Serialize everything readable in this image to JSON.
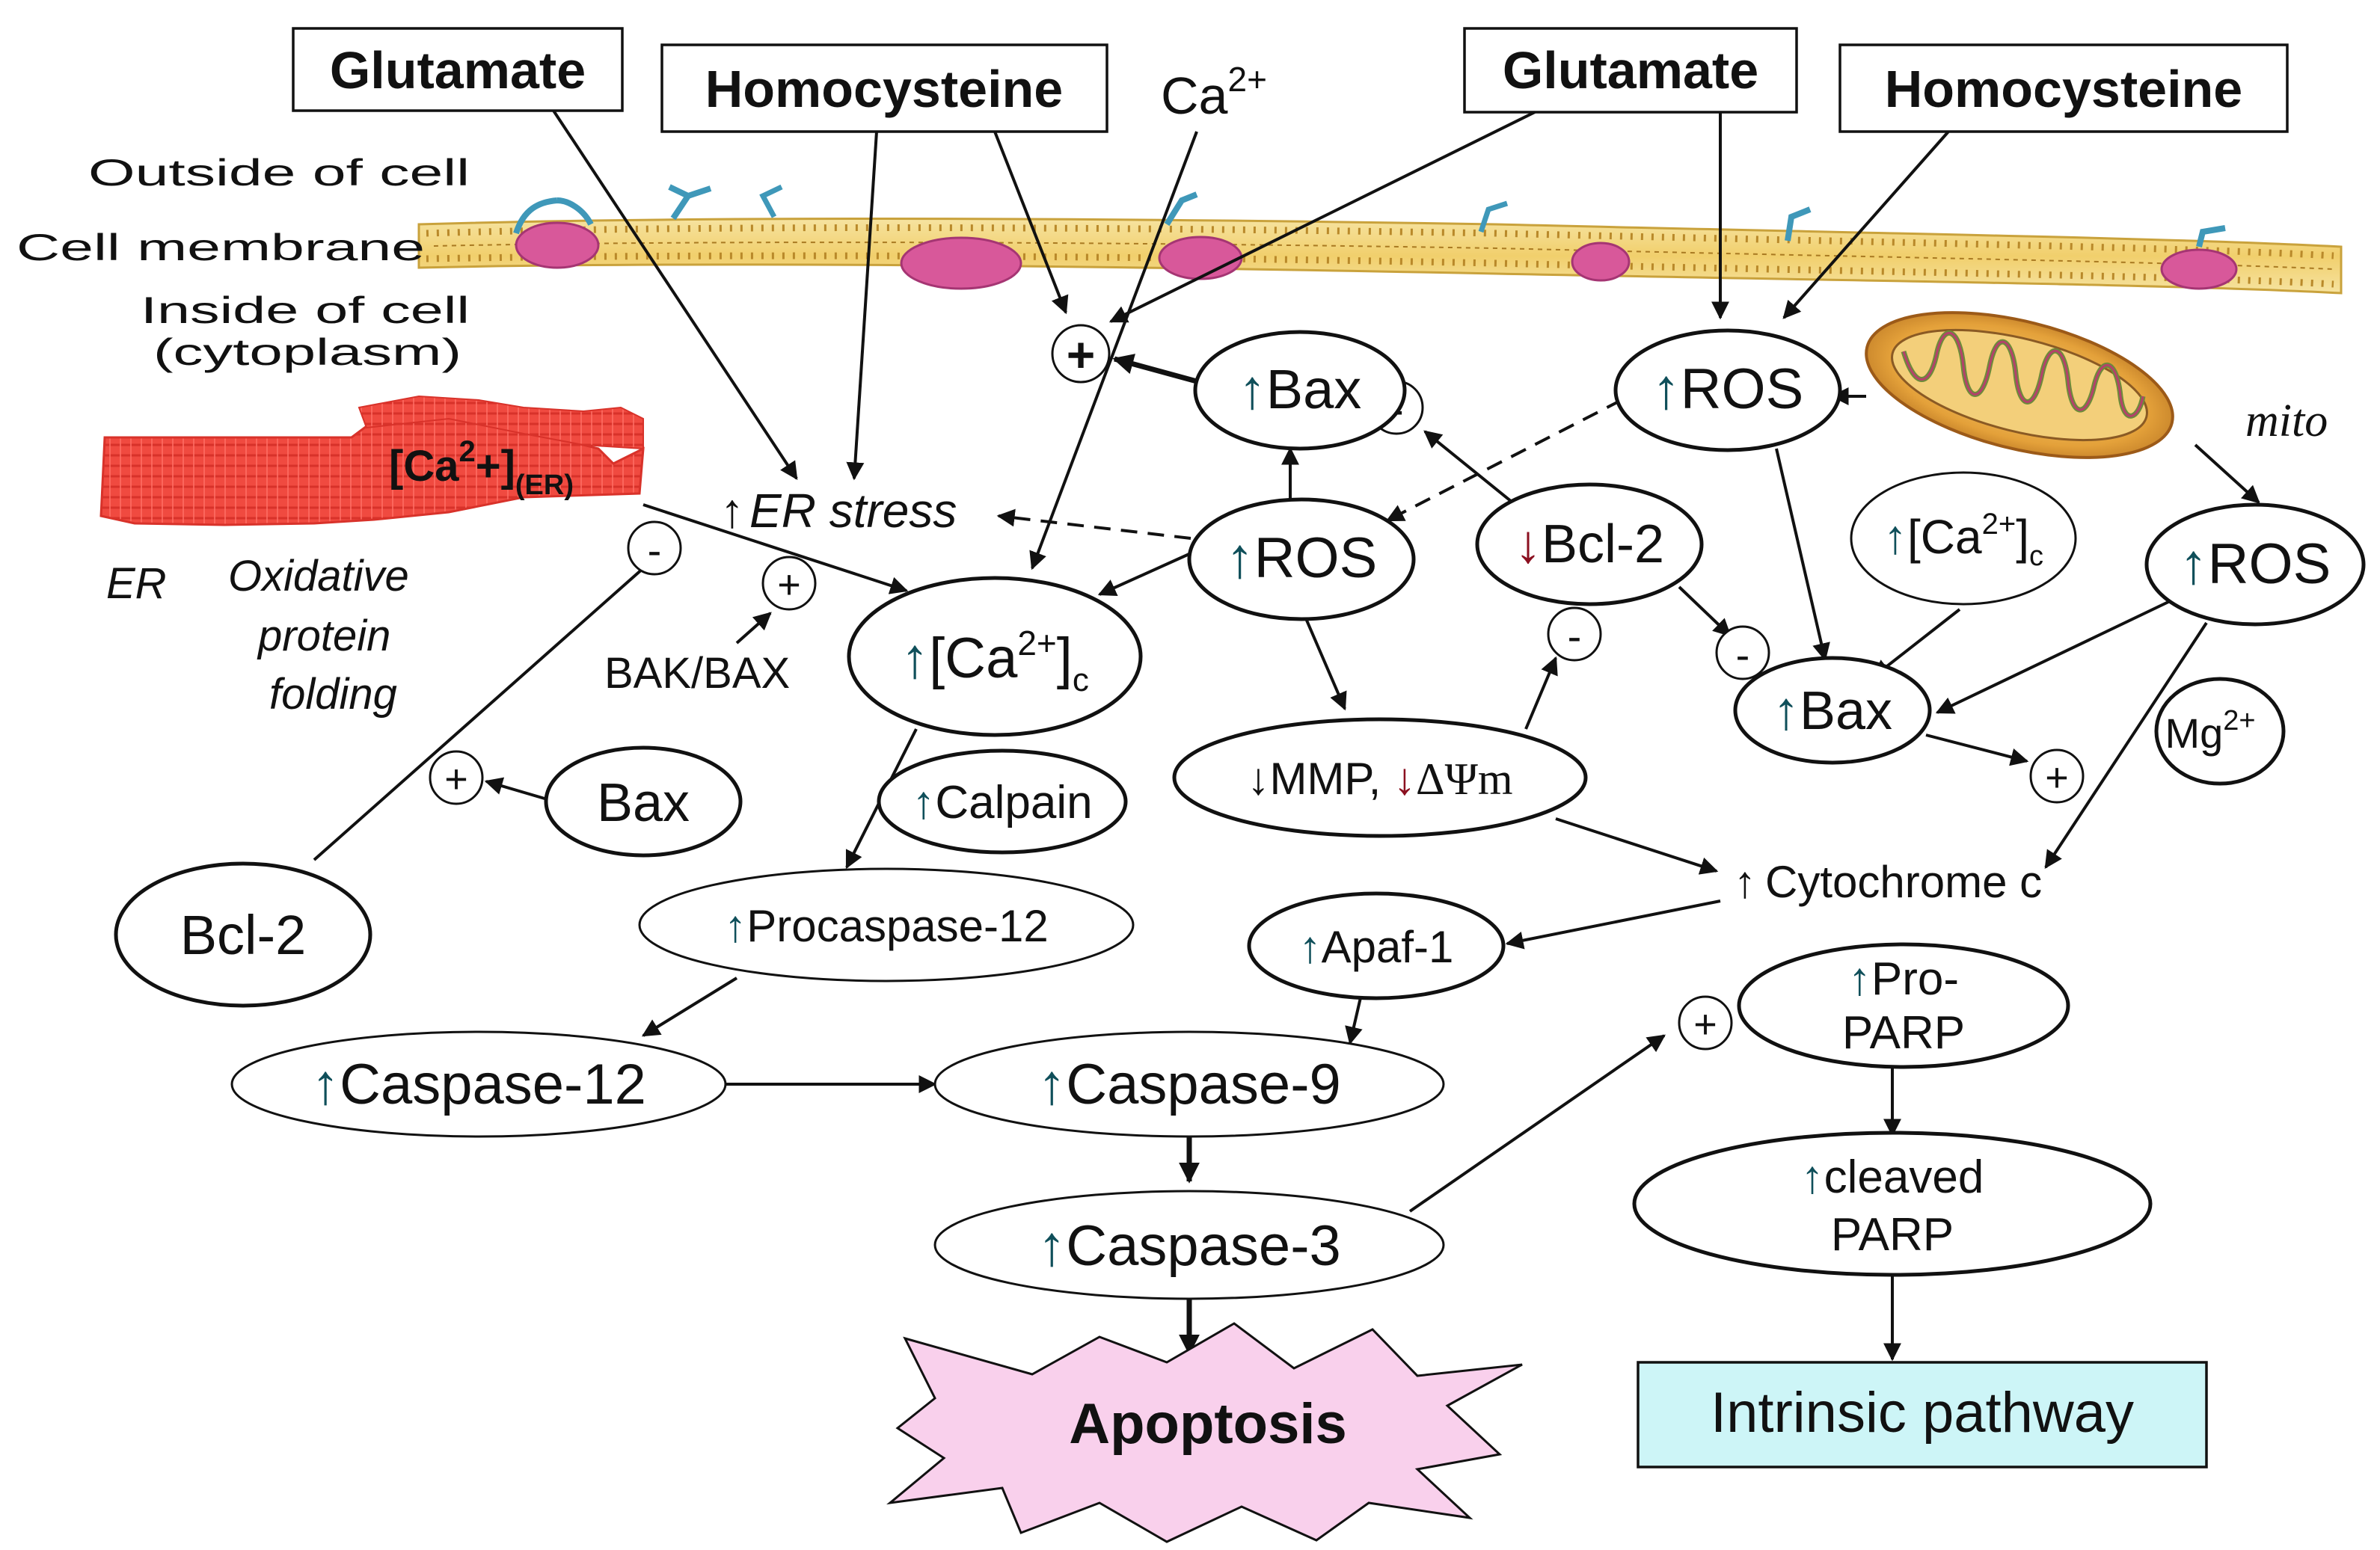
{
  "labels": {
    "outside": "Outside of cell",
    "membrane": "Cell membrane",
    "inside1": "Inside of cell",
    "inside2": "(cytoplasm)",
    "er": "ER",
    "oxidative1": "Oxidative",
    "oxidative2": "protein",
    "oxidative3": "folding",
    "mito": "mito",
    "er_ca_main": "[Ca",
    "er_ca_sup": "2",
    "er_ca_plus": "+]",
    "er_ca_sub": "(ER)",
    "ca_outside": "Ca",
    "ca_outside_sup": "2+",
    "er_stress": "ER stress",
    "bak_bax": "BAK/BAX",
    "cytochrome": "Cytochrome c",
    "plus": "+",
    "minus": "-",
    "up": "↑",
    "down": "↓"
  },
  "boxes": {
    "glutamate_left": "Glutamate",
    "homocysteine_left": "Homocysteine",
    "glutamate_right": "Glutamate",
    "homocysteine_right": "Homocysteine",
    "intrinsic": "Intrinsic pathway",
    "apoptosis": "Apoptosis"
  },
  "nodes": {
    "bax_top": "Bax",
    "ros_mid": "ROS",
    "ros_top_right": "ROS",
    "ros_right": "ROS",
    "bcl2_mid": "Bcl-2",
    "ca_c_main": "[Ca",
    "ca_c_sup": "2+",
    "ca_c_close": "]",
    "ca_c_sub": "c",
    "ca_c_right_main": "[Ca",
    "ca_c_right_sup": "2+",
    "ca_c_right_close": "]",
    "ca_c_right_sub": "c",
    "bax_right": "Bax",
    "mg": "Mg",
    "mg_sup": "2+",
    "mmp": "MMP, ",
    "dpsi": "ΔΨm",
    "calpain": "Calpain",
    "bax_left": "Bax",
    "bcl2_left": "Bcl-2",
    "procaspase12": "Procaspase-12",
    "apaf1": "Apaf-1",
    "caspase12": "Caspase-12",
    "caspase9": "Caspase-9",
    "caspase3": "Caspase-3",
    "propar1": "Pro-",
    "propar2": "PARP",
    "cleaved1": "cleaved",
    "cleaved2": "PARP"
  },
  "colors": {
    "membrane_fill": "#f2d583",
    "membrane_line": "#c9a23c",
    "receptor": "#3f98b9",
    "protein": "#d8589a",
    "er_fill": "#f2473e",
    "mito_outer": "#e9a63c",
    "mito_inner": "#8a5a24",
    "apoptosis_fill": "#f9d0ec",
    "intrinsic_fill": "#cdf5f7",
    "arrow_blue": "#0f4f5a",
    "arrow_red": "#8b1020"
  }
}
